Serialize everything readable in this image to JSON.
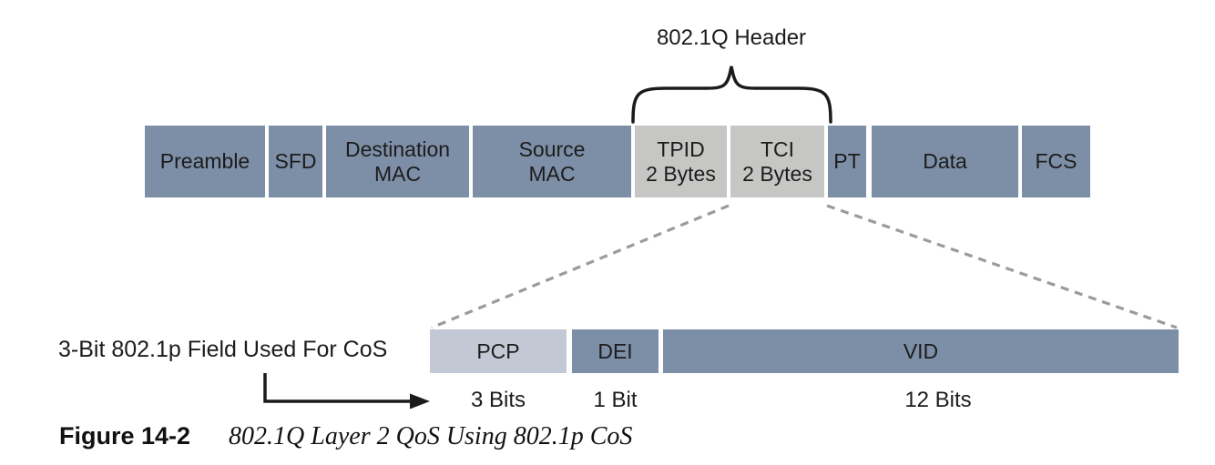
{
  "figure": {
    "header_label": "802.1Q Header",
    "frame_fields": [
      {
        "line1": "Preamble",
        "line2": ""
      },
      {
        "line1": "SFD",
        "line2": ""
      },
      {
        "line1": "Destination",
        "line2": "MAC"
      },
      {
        "line1": "Source",
        "line2": "MAC"
      },
      {
        "line1": "TPID",
        "line2": "2 Bytes"
      },
      {
        "line1": "TCI",
        "line2": "2 Bytes"
      },
      {
        "line1": "PT",
        "line2": ""
      },
      {
        "line1": "Data",
        "line2": ""
      },
      {
        "line1": "FCS",
        "line2": ""
      }
    ],
    "tci_fields": [
      {
        "label": "PCP",
        "bits": "3 Bits"
      },
      {
        "label": "DEI",
        "bits": "1 Bit"
      },
      {
        "label": "VID",
        "bits": "12 Bits"
      }
    ],
    "cos_note": "3-Bit 802.1p Field Used For CoS",
    "caption_number": "Figure 14-2",
    "caption_title": "802.1Q Layer 2 QoS Using 802.1p CoS",
    "colors": {
      "field_blue": "#7d8fa7",
      "field_gray": "#c6c6c5",
      "field_light_blue": "#c3c9d4",
      "dashed_line_gray": "#9b9b9b",
      "line_black": "#1b1b1b"
    }
  }
}
